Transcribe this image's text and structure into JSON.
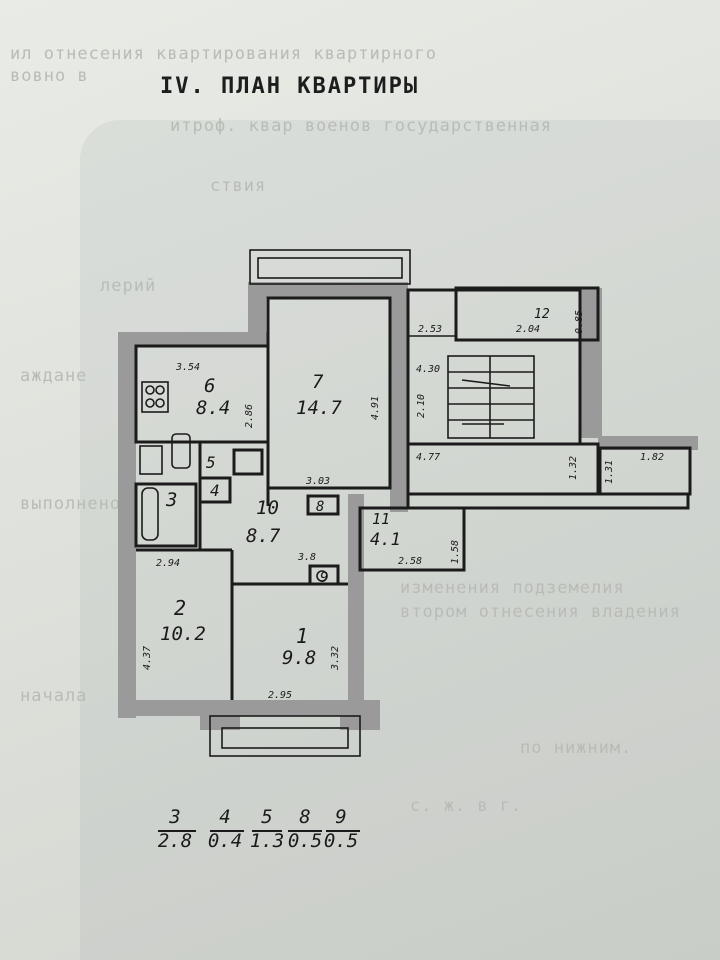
{
  "title": "IV. ПЛАН КВАРТИРЫ",
  "rooms": [
    {
      "id": "r1",
      "number": "1",
      "area": "9.8"
    },
    {
      "id": "r2",
      "number": "2",
      "area": "10.2"
    },
    {
      "id": "r3",
      "number": "3",
      "area": ""
    },
    {
      "id": "r4",
      "number": "4",
      "area": ""
    },
    {
      "id": "r5",
      "number": "5",
      "area": ""
    },
    {
      "id": "r6",
      "number": "6",
      "area": "8.4"
    },
    {
      "id": "r7",
      "number": "7",
      "area": "14.7"
    },
    {
      "id": "r8",
      "number": "8",
      "area": ""
    },
    {
      "id": "r9",
      "number": "9",
      "area": ""
    },
    {
      "id": "r10",
      "number": "10",
      "area": "8.7"
    },
    {
      "id": "r11",
      "number": "11",
      "area": "4.1"
    },
    {
      "id": "r12",
      "number": "12",
      "area": ""
    }
  ],
  "dimensions": {
    "d354": "3.54",
    "d286": "2.86",
    "d303": "3.03",
    "d491": "4.91",
    "d294": "2.94",
    "d437": "4.37",
    "d38": "3.8",
    "d332": "3.32",
    "d295": "2.95",
    "d158": "1.58",
    "d258": "2.58",
    "d253": "2.53",
    "d204": "2.04",
    "d085": "0.85",
    "d430": "4.30",
    "d210": "2.10",
    "d477": "4.77",
    "d132": "1.32",
    "d131": "1.31",
    "d182": "1.82"
  },
  "legend": [
    {
      "number": "3",
      "area": "2.8"
    },
    {
      "number": "4",
      "area": "0.4"
    },
    {
      "number": "5",
      "area": "1.3"
    },
    {
      "number": "8",
      "area": "0.5"
    },
    {
      "number": "9",
      "area": "0.5"
    }
  ],
  "background_text": [
    "ил отнесения квартирования квартирного",
    "вовно в",
    "итроф. квар военов государственная",
    "ствия",
    "лерий",
    "аждане",
    "выполнено",
    "изменения подземелия",
    "втором отнесения владения",
    "начала",
    "по нижним.",
    "с. ж. в г."
  ]
}
